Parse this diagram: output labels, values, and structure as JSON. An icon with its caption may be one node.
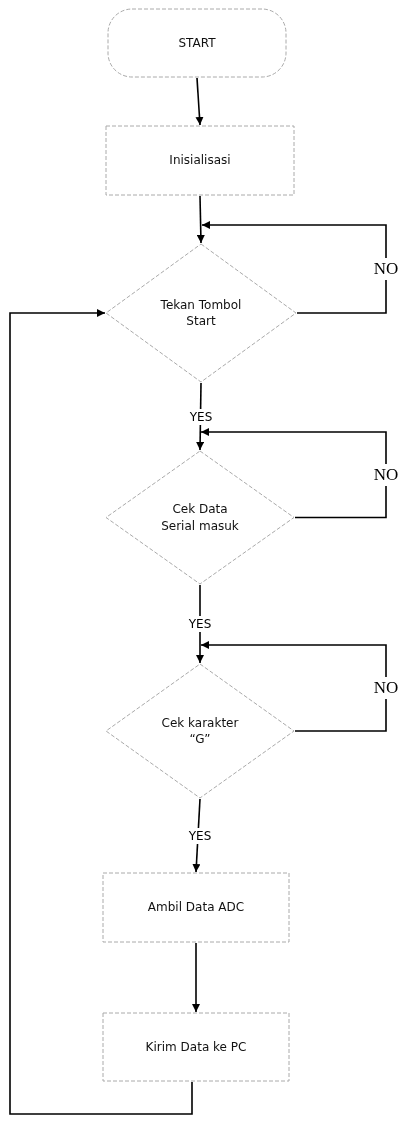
{
  "diagram": {
    "nodes": [
      {
        "text": [
          "START"
        ]
      },
      {
        "text": [
          "Inisialisasi"
        ]
      },
      {
        "text": [
          "Tekan Tombol Start"
        ]
      },
      {
        "text": [
          "Cek Data Serial masuk"
        ]
      },
      {
        "text": [
          "Cek karakter “G”"
        ]
      },
      {
        "text": [
          "Ambil Data ADC"
        ]
      },
      {
        "text": [
          "Kirim Data ke PC"
        ]
      }
    ],
    "edges": [
      {
        "from": 0,
        "to": 1,
        "arrow": "to"
      },
      {
        "from": 1,
        "to": 2,
        "arrow": "to"
      },
      {
        "from": 2,
        "to": 2,
        "arrow": "to",
        "label": "NO"
      },
      {
        "from": 2,
        "to": 3,
        "arrow": "to",
        "label": "YES"
      },
      {
        "from": 3,
        "to": 3,
        "arrow": "to",
        "label": "NO"
      },
      {
        "from": 3,
        "to": 4,
        "arrow": "to",
        "label": "YES"
      },
      {
        "from": 4,
        "to": 4,
        "arrow": "to",
        "label": "NO"
      },
      {
        "from": 4,
        "to": 5,
        "arrow": "to",
        "label": "YES"
      },
      {
        "from": 5,
        "to": 6,
        "arrow": "to"
      },
      {
        "from": 6,
        "to": 2,
        "arrow": "to"
      }
    ]
  }
}
